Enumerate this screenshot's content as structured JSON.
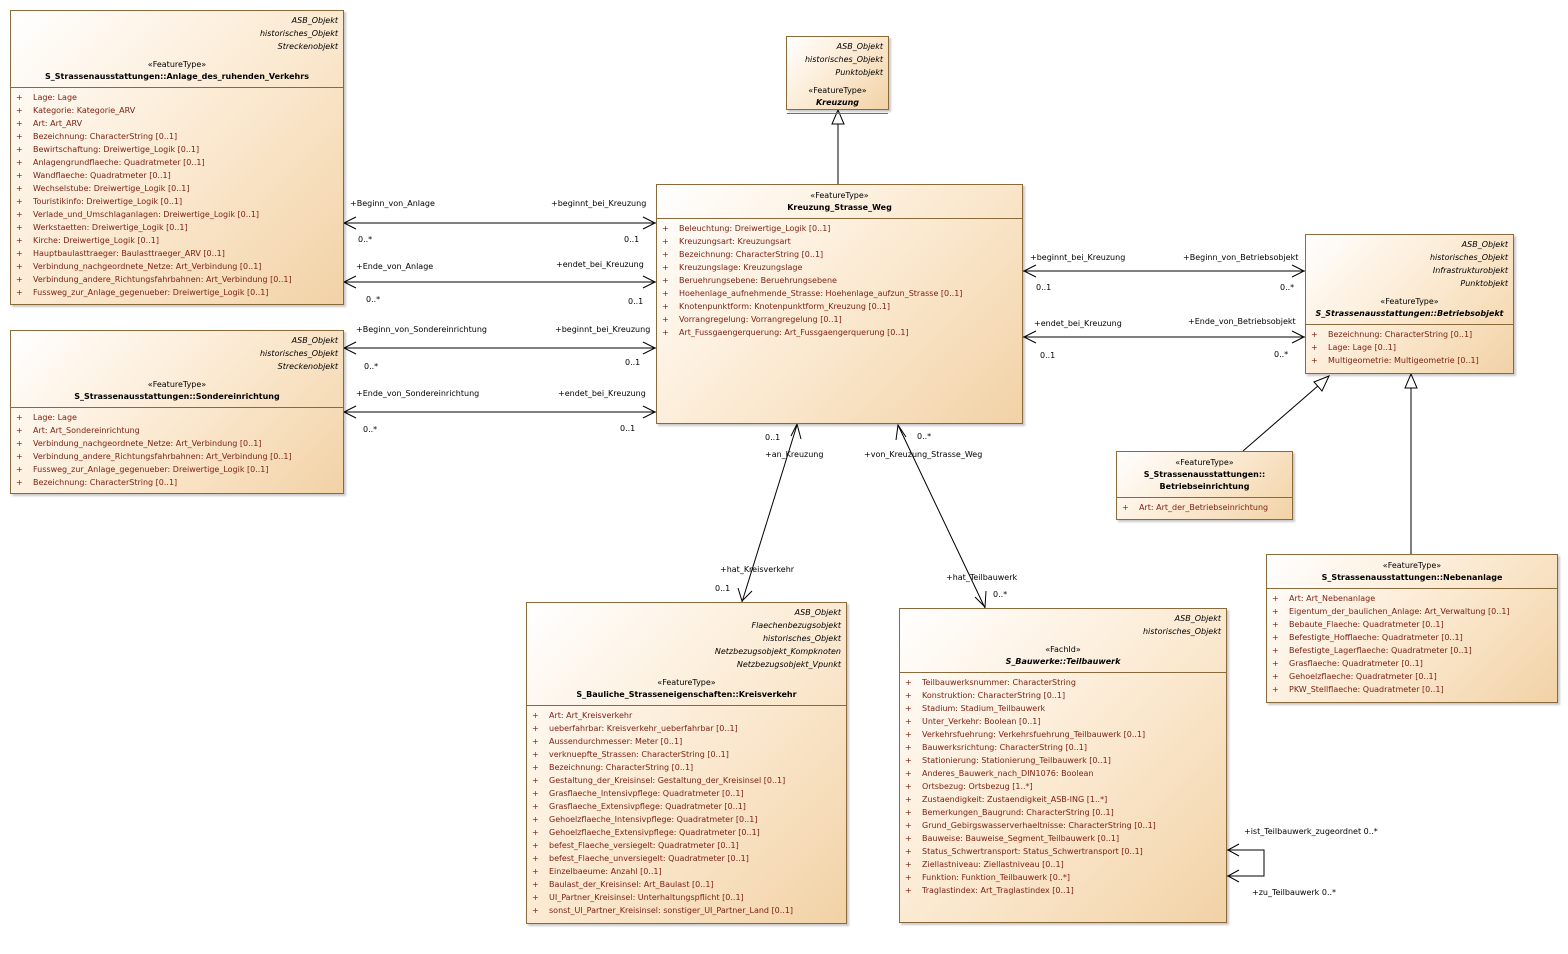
{
  "classes": {
    "anlage": {
      "tags": [
        "ASB_Objekt",
        "historisches_Objekt",
        "Streckenobjekt"
      ],
      "stereotype": "«FeatureType»",
      "name": "S_Strassenausstattungen::Anlage_des_ruhenden_Verkehrs",
      "attributes": [
        "Lage: Lage",
        "Kategorie: Kategorie_ARV",
        "Art: Art_ARV",
        "Bezeichnung: CharacterString [0..1]",
        "Bewirtschaftung: Dreiwertige_Logik [0..1]",
        "Anlagengrundflaeche: Quadratmeter [0..1]",
        "Wandflaeche: Quadratmeter [0..1]",
        "Wechselstube: Dreiwertige_Logik [0..1]",
        "Touristikinfo: Dreiwertige_Logik [0..1]",
        "Verlade_und_Umschlaganlagen: Dreiwertige_Logik [0..1]",
        "Werkstaetten: Dreiwertige_Logik [0..1]",
        "Kirche: Dreiwertige_Logik [0..1]",
        "Hauptbaulasttraeger: Baulasttraeger_ARV [0..1]",
        "Verbindung_nachgeordnete_Netze: Art_Verbindung [0..1]",
        "Verbindung_andere_Richtungsfahrbahnen: Art_Verbindung [0..1]",
        "Fussweg_zur_Anlage_gegenueber: Dreiwertige_Logik [0..1]"
      ]
    },
    "sonder": {
      "tags": [
        "ASB_Objekt",
        "historisches_Objekt",
        "Streckenobjekt"
      ],
      "stereotype": "«FeatureType»",
      "name": "S_Strassenausstattungen::Sondereinrichtung",
      "attributes": [
        "Lage: Lage",
        "Art: Art_Sondereinrichtung",
        "Verbindung_nachgeordnete_Netze: Art_Verbindung [0..1]",
        "Verbindung_andere_Richtungsfahrbahnen: Art_Verbindung [0..1]",
        "Fussweg_zur_Anlage_gegenueber: Dreiwertige_Logik [0..1]",
        "Bezeichnung: CharacterString [0..1]"
      ]
    },
    "kreuzung": {
      "tags": [
        "ASB_Objekt",
        "historisches_Objekt",
        "Punktobjekt"
      ],
      "stereotype": "«FeatureType»",
      "name": "Kreuzung",
      "attributes": []
    },
    "ksw": {
      "tags": [],
      "stereotype": "«FeatureType»",
      "name": "Kreuzung_Strasse_Weg",
      "attributes": [
        "Beleuchtung: Dreiwertige_Logik [0..1]",
        "Kreuzungsart: Kreuzungsart",
        "Bezeichnung: CharacterString [0..1]",
        "Kreuzungslage: Kreuzungslage",
        "Beruehrungsebene: Beruehrungsebene",
        "Hoehenlage_aufnehmende_Strasse: Hoehenlage_aufzun_Strasse [0..1]",
        "Knotenpunktform: Knotenpunktform_Kreuzung [0..1]",
        "Vorrangregelung: Vorrangregelung [0..1]",
        "Art_Fussgaengerquerung: Art_Fussgaengerquerung [0..1]"
      ]
    },
    "betrieb": {
      "tags": [
        "ASB_Objekt",
        "historisches_Objekt",
        "Infrastrukturobjekt",
        "Punktobjekt"
      ],
      "stereotype": "«FeatureType»",
      "name": "S_Strassenausstattungen::Betriebsobjekt",
      "attributes": [
        "Bezeichnung: CharacterString [0..1]",
        "Lage: Lage [0..1]",
        "Multigeometrie: Multigeometrie [0..1]"
      ]
    },
    "betriebseinr": {
      "tags": [],
      "stereotype": "«FeatureType»",
      "name": "S_Strassenausstattungen::\nBetriebseinrichtung",
      "attributes": [
        "Art: Art_der_Betriebseinrichtung"
      ]
    },
    "neben": {
      "tags": [],
      "stereotype": "«FeatureType»",
      "name": "S_Strassenausstattungen::Nebenanlage",
      "attributes": [
        "Art: Art_Nebenanlage",
        "Eigentum_der_baulichen_Anlage: Art_Verwaltung [0..1]",
        "Bebaute_Flaeche: Quadratmeter [0..1]",
        "Befestigte_Hofflaeche: Quadratmeter [0..1]",
        "Befestigte_Lagerflaeche: Quadratmeter [0..1]",
        "Grasflaeche: Quadratmeter [0..1]",
        "Gehoelzflaeche: Quadratmeter [0..1]",
        "PKW_Stellflaeche: Quadratmeter [0..1]"
      ]
    },
    "kreis": {
      "tags": [
        "ASB_Objekt",
        "Flaechenbezugsobjekt",
        "historisches_Objekt",
        "Netzbezugsobjekt_Kompknoten",
        "Netzbezugsobjekt_Vpunkt"
      ],
      "stereotype": "«FeatureType»",
      "name": "S_Bauliche_Strasseneigenschaften::Kreisverkehr",
      "attributes": [
        "Art: Art_Kreisverkehr",
        "ueberfahrbar: Kreisverkehr_ueberfahrbar [0..1]",
        "Aussendurchmesser: Meter [0..1]",
        "verknuepfte_Strassen: CharacterString [0..1]",
        "Bezeichnung: CharacterString [0..1]",
        "Gestaltung_der_Kreisinsel: Gestaltung_der_Kreisinsel [0..1]",
        "Grasflaeche_Intensivpflege: Quadratmeter [0..1]",
        "Grasflaeche_Extensivpflege: Quadratmeter [0..1]",
        "Gehoelzflaeche_Intensivpflege: Quadratmeter [0..1]",
        "Gehoelzflaeche_Extensivpflege: Quadratmeter [0..1]",
        "befest_Flaeche_versiegelt: Quadratmeter [0..1]",
        "befest_Flaeche_unversiegelt: Quadratmeter [0..1]",
        "Einzelbaeume: Anzahl [0..1]",
        "Baulast_der_Kreisinsel: Art_Baulast [0..1]",
        "UI_Partner_Kreisinsel: Unterhaltungspflicht [0..1]",
        "sonst_UI_Partner_Kreisinsel: sonstiger_UI_Partner_Land [0..1]"
      ]
    },
    "teil": {
      "tags": [
        "ASB_Objekt",
        "historisches_Objekt"
      ],
      "stereotype": "«FachId»",
      "name": "S_Bauwerke::Teilbauwerk",
      "attributes": [
        "Teilbauwerksnummer: CharacterString",
        "Konstruktion: CharacterString [0..1]",
        "Stadium: Stadium_Teilbauwerk",
        "Unter_Verkehr: Boolean [0..1]",
        "Verkehrsfuehrung: Verkehrsfuehrung_Teilbauwerk [0..1]",
        "Bauwerksrichtung: CharacterString [0..1]",
        "Stationierung: Stationierung_Teilbauwerk [0..1]",
        "Anderes_Bauwerk_nach_DIN1076: Boolean",
        "Ortsbezug: Ortsbezug [1..*]",
        "Zustaendigkeit: Zustaendigkeit_ASB-ING [1..*]",
        "Bemerkungen_Baugrund: CharacterString [0..1]",
        "Grund_Gebirgswasserverhaeltnisse: CharacterString [0..1]",
        "Bauweise: Bauweise_Segment_Teilbauwerk [0..1]",
        "Status_Schwertransport: Status_Schwertransport [0..1]",
        "Ziellastniveau: Ziellastniveau [0..1]",
        "Funktion: Funktion_Teilbauwerk [0..*]",
        "Traglastindex: Art_Traglastindex [0..1]"
      ]
    }
  },
  "visibility_symbol": "+",
  "labels": {
    "beginn_von_anlage": "+Beginn_von_Anlage",
    "beginnt_bei_kreuzung_1": "+beginnt_bei_Kreuzung",
    "mult_a1": "0..*",
    "mult_a2": "0..1",
    "ende_von_anlage": "+Ende_von_Anlage",
    "endet_bei_kreuzung_1": "+endet_bei_Kreuzung",
    "mult_a3": "0..*",
    "mult_a4": "0..1",
    "beginn_von_sonder": "+Beginn_von_Sondereinrichtung",
    "beginnt_bei_kreuzung_2": "+beginnt_bei_Kreuzung",
    "mult_s1": "0..*",
    "mult_s2": "0..1",
    "ende_von_sonder": "+Ende_von_Sondereinrichtung",
    "endet_bei_kreuzung_2": "+endet_bei_Kreuzung",
    "mult_s3": "0..*",
    "mult_s4": "0..1",
    "beginnt_bei_kreuzung_3": "+beginnt_bei_Kreuzung",
    "beginn_von_betrieb": "+Beginn_von_Betriebsobjekt",
    "mult_b1": "0..1",
    "mult_b2": "0..*",
    "endet_bei_kreuzung_3": "+endet_bei_Kreuzung",
    "ende_von_betrieb": "+Ende_von_Betriebsobjekt",
    "mult_b3": "0..1",
    "mult_b4": "0..*",
    "mult_k1": "0..1",
    "an_kreuzung": "+an_Kreuzung",
    "hat_kreisverkehr": "+hat_Kreisverkehr",
    "mult_k2": "0..1",
    "mult_t1": "0..*",
    "von_kreuzung": "+von_Kreuzung_Strasse_Weg",
    "hat_teilbauwerk": "+hat_Teilbauwerk",
    "mult_t2": "0..*",
    "ist_teilbauwerk": "+ist_Teilbauwerk_zugeordnet 0..*",
    "zu_teilbauwerk": "+zu_Teilbauwerk 0..*"
  }
}
